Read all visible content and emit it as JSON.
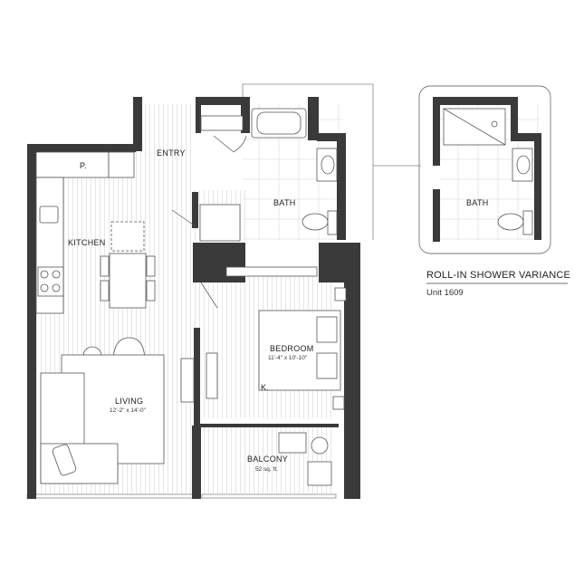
{
  "rooms": {
    "entry": "ENTRY",
    "pantry": "P.",
    "kitchen": "KITCHEN",
    "bath": "BATH",
    "bedroom": "BEDROOM",
    "bedroom_dim": "11'-4\" x 10'-10\"",
    "closet": "K.",
    "living": "LIVING",
    "living_dim": "12'-2\" x 14'-0\"",
    "balcony": "BALCONY",
    "balcony_area": "52 sq. ft."
  },
  "variance": {
    "title": "ROLL-IN SHOWER VARIANCE",
    "unit": "Unit 1609",
    "bath": "BATH"
  },
  "colors": {
    "wall": "#3a3a3a",
    "floor_line": "#d9d9d9",
    "fixture": "#555555"
  }
}
